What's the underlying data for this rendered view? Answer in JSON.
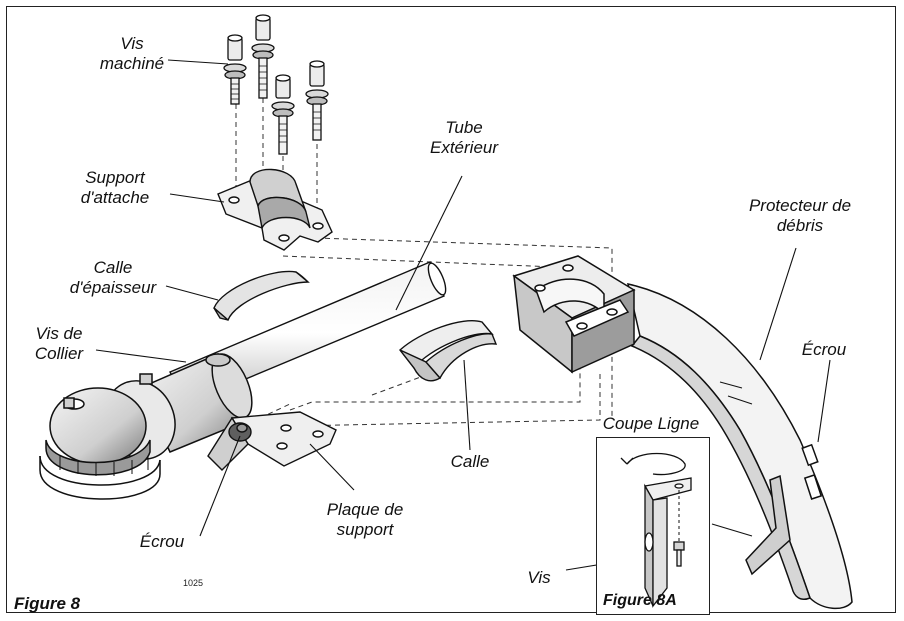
{
  "figure": {
    "label": "Figure 8",
    "code": "1025"
  },
  "inset": {
    "label": "Figure 8A"
  },
  "labels": {
    "machine_screws": [
      "Vis",
      "machiné"
    ],
    "support_bracket": [
      "Support",
      "d'attache"
    ],
    "thickness_shim": [
      "Calle",
      "d'épaisseur"
    ],
    "collar_screw": [
      "Vis de",
      "Collier"
    ],
    "outer_tube": [
      "Tube",
      "Extérieur"
    ],
    "shim": "Calle",
    "nut_lower": "Écrou",
    "support_plate": [
      "Plaque de",
      "support"
    ],
    "debris_guard": [
      "Protecteur de",
      "débris"
    ],
    "nut_right": "Écrou",
    "line_cutter": "Coupe Ligne",
    "screw": "Vis"
  },
  "colors": {
    "stroke": "#111111",
    "shade_light": "#e6e6e6",
    "shade_mid": "#c8c8c8",
    "shade_dark": "#8a8a8a"
  }
}
